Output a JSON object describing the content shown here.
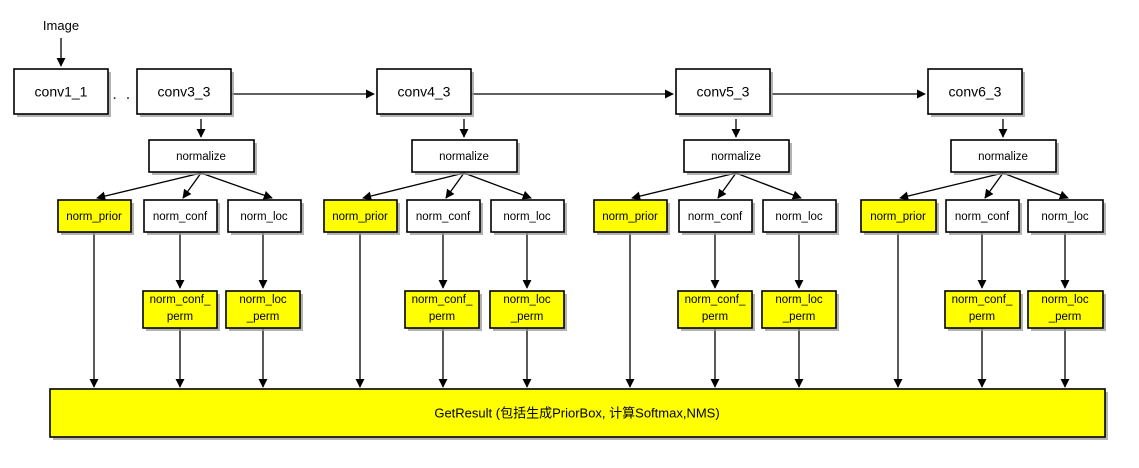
{
  "diagram": {
    "title_label": "Image",
    "ellipsis": ". . .",
    "colors": {
      "highlight": "#ffff00",
      "box_fill": "#ffffff",
      "stroke": "#000000",
      "background": "#ffffff"
    },
    "backbone": [
      {
        "id": "conv1_1",
        "label": "conv1_1"
      },
      {
        "id": "conv3_3",
        "label": "conv3_3"
      },
      {
        "id": "conv4_3",
        "label": "conv4_3"
      },
      {
        "id": "conv5_3",
        "label": "conv5_3"
      },
      {
        "id": "conv6_3",
        "label": "conv6_3"
      }
    ],
    "normalize_label": "normalize",
    "branches": [
      {
        "prior": "norm_prior",
        "conf": "norm_conf",
        "loc": "norm_loc"
      },
      {
        "prior": "norm_prior",
        "conf": "norm_conf",
        "loc": "norm_loc"
      },
      {
        "prior": "norm_prior",
        "conf": "norm_conf",
        "loc": "norm_loc"
      },
      {
        "prior": "norm_prior",
        "conf": "norm_conf",
        "loc": "norm_loc"
      }
    ],
    "perm": [
      {
        "conf_line1": "norm_conf_",
        "conf_line2": "perm",
        "loc_line1": "norm_loc",
        "loc_line2": "_perm"
      },
      {
        "conf_line1": "norm_conf_",
        "conf_line2": "perm",
        "loc_line1": "norm_loc",
        "loc_line2": "_perm"
      },
      {
        "conf_line1": "norm_conf_",
        "conf_line2": "perm",
        "loc_line1": "norm_loc",
        "loc_line2": "_perm"
      },
      {
        "conf_line1": "norm_conf_",
        "conf_line2": "perm",
        "loc_line1": "norm_loc",
        "loc_line2": "_perm"
      }
    ],
    "result_bar": {
      "label": "GetResult (包括生成PriorBox, 计算Softmax,NMS)"
    }
  }
}
